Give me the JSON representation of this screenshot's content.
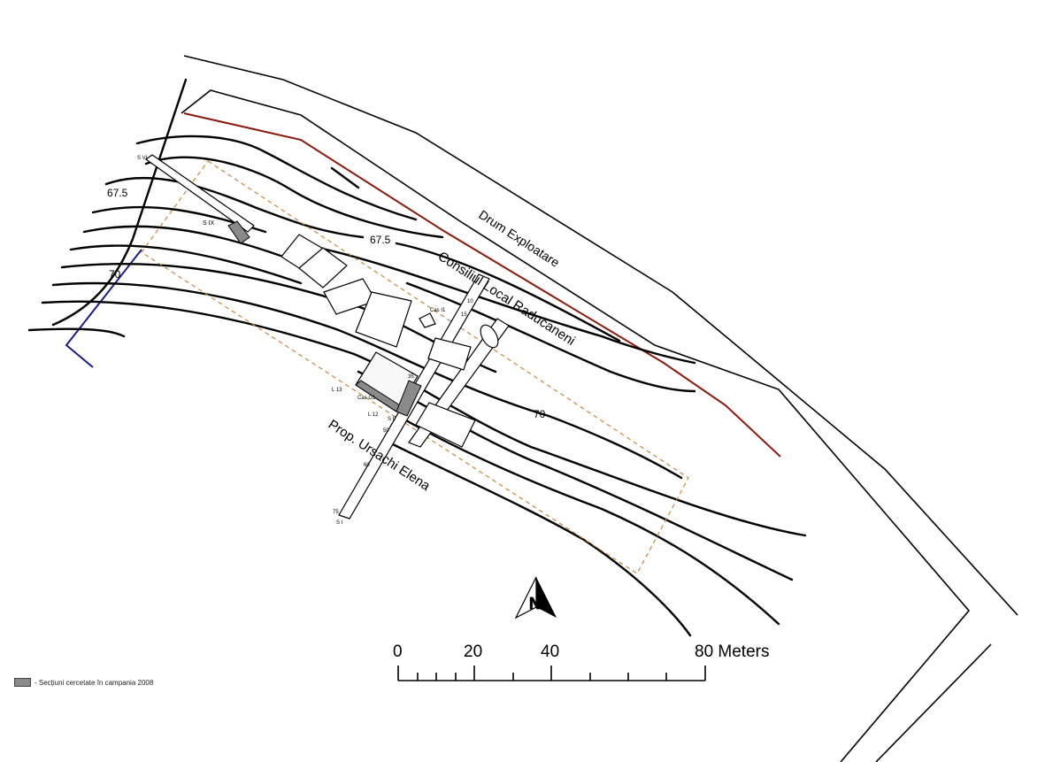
{
  "map": {
    "road_label": "Drum Exploatare",
    "property_north": "Consiliul Local Raducaneni",
    "property_south": "Prop. Ursachi Elena",
    "contours": [
      "67.5",
      "67.5",
      "70",
      "70"
    ],
    "trenches": {
      "s_vi": "S VI",
      "s_ix": "S IX",
      "s_i": "S I",
      "s_ii": "S II"
    },
    "features": {
      "l13": "L 13",
      "l12": "L 12",
      "cas_g1": "Cas G1",
      "cas_i1": "Cas I1"
    },
    "depth_marks": [
      "10",
      "15",
      "35",
      "50",
      "60",
      "75"
    ],
    "colors": {
      "road_edge": "#8b1a0a",
      "stream": "#1a1a8c",
      "site_boundary": "#c8873a",
      "sections_2008": "#8a8a8a"
    }
  },
  "scale_bar": {
    "ticks": [
      "0",
      "20",
      "40",
      "80 Meters"
    ]
  },
  "north_arrow": {
    "label": "N"
  },
  "legend": {
    "items": [
      {
        "label": "- Secțiuni cercetate în campania 2008"
      }
    ]
  }
}
